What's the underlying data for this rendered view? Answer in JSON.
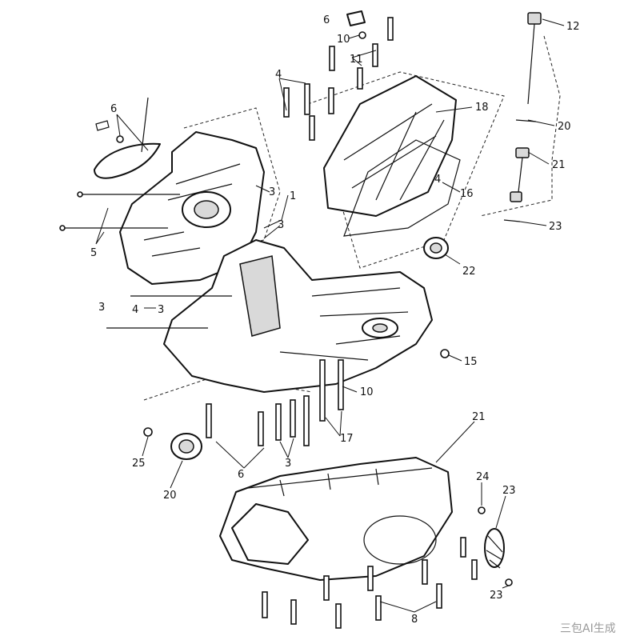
{
  "callouts": [
    {
      "id": "c1",
      "text": "1"
    },
    {
      "id": "c2",
      "text": "3"
    },
    {
      "id": "c3",
      "text": "3"
    },
    {
      "id": "c4",
      "text": "3"
    },
    {
      "id": "c5",
      "text": "4"
    },
    {
      "id": "c6",
      "text": "3"
    },
    {
      "id": "c7",
      "text": "4"
    },
    {
      "id": "c8",
      "text": "5"
    },
    {
      "id": "c9",
      "text": "6"
    },
    {
      "id": "c10",
      "text": "6"
    },
    {
      "id": "c11",
      "text": "10"
    },
    {
      "id": "c12",
      "text": "11"
    },
    {
      "id": "c13",
      "text": "12"
    },
    {
      "id": "c14",
      "text": "18"
    },
    {
      "id": "c15",
      "text": "4"
    },
    {
      "id": "c16",
      "text": "16"
    },
    {
      "id": "c17",
      "text": "20"
    },
    {
      "id": "c18",
      "text": "21"
    },
    {
      "id": "c19",
      "text": "23"
    },
    {
      "id": "c20",
      "text": "22"
    },
    {
      "id": "c21",
      "text": "15"
    },
    {
      "id": "c22",
      "text": "10"
    },
    {
      "id": "c23",
      "text": "17"
    },
    {
      "id": "c24",
      "text": "25"
    },
    {
      "id": "c25",
      "text": "20"
    },
    {
      "id": "c26",
      "text": "6"
    },
    {
      "id": "c27",
      "text": "3"
    },
    {
      "id": "c28",
      "text": "21"
    },
    {
      "id": "c29",
      "text": "24"
    },
    {
      "id": "c30",
      "text": "23"
    },
    {
      "id": "c31",
      "text": "23"
    },
    {
      "id": "c32",
      "text": "8"
    }
  ],
  "watermark": {
    "text": "三包AI生成"
  }
}
